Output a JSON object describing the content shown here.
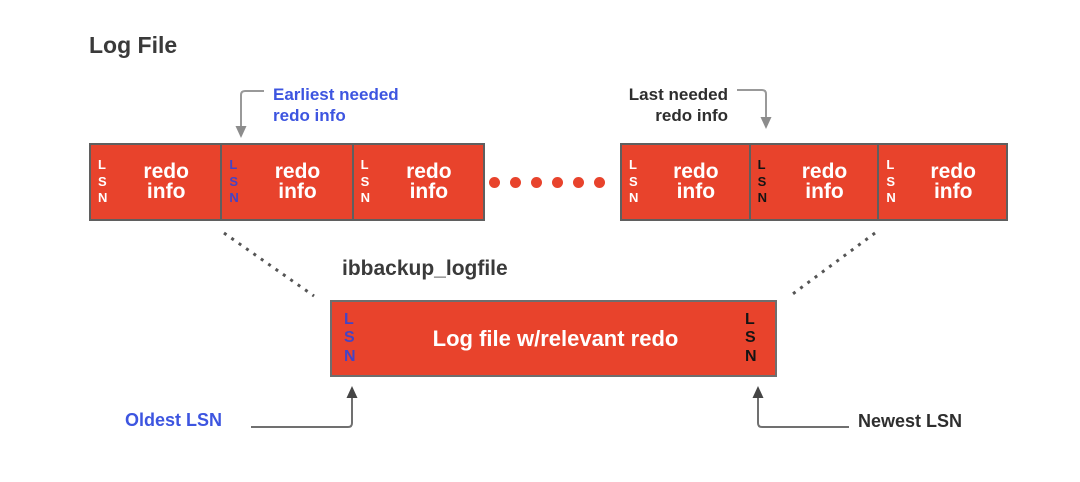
{
  "title": "Log File",
  "callouts": {
    "earliest": {
      "text": "Earliest needed\nredo info"
    },
    "last": {
      "text": "Last needed\nredo info"
    },
    "oldest": {
      "text": "Oldest LSN"
    },
    "newest": {
      "text": "Newest LSN"
    }
  },
  "log_file_blocks": {
    "left": {
      "segments": [
        {
          "lsn": "L\nS\nN",
          "lsn_style": "white",
          "label": "redo\ninfo"
        },
        {
          "lsn": "L\nS\nN",
          "lsn_style": "blue",
          "label": "redo\ninfo"
        },
        {
          "lsn": "L\nS\nN",
          "lsn_style": "white",
          "label": "redo\ninfo"
        }
      ]
    },
    "right": {
      "segments": [
        {
          "lsn": "L\nS\nN",
          "lsn_style": "white",
          "label": "redo\ninfo"
        },
        {
          "lsn": "L\nS\nN",
          "lsn_style": "black",
          "label": "redo\ninfo"
        },
        {
          "lsn": "L\nS\nN",
          "lsn_style": "white",
          "label": "redo\ninfo"
        }
      ]
    },
    "ellipsis_dot_count": 6
  },
  "backup_file": {
    "name": "ibbackup_logfile",
    "block": {
      "start_lsn": "L\nS\nN",
      "start_lsn_style": "blue",
      "label": "Log file w/relevant redo",
      "end_lsn": "L\nS\nN",
      "end_lsn_style": "black"
    }
  },
  "colors": {
    "block_red": "#e8432c",
    "lsn_blue": "#4444c6",
    "callout_blue": "#3d55e0",
    "dark_text": "#2e2e2e",
    "block_border": "#5f5f5f",
    "arrow_gray": "#999999",
    "dark_arrow_line": "#707070",
    "dotted_connector": "#555555"
  }
}
